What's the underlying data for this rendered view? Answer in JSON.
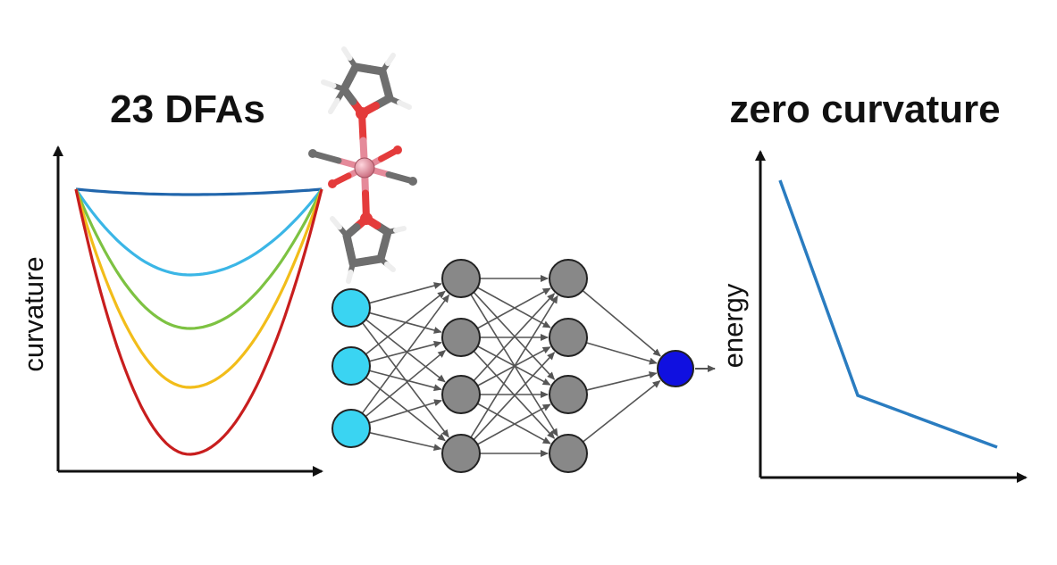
{
  "left_panel": {
    "title": "23 DFAs",
    "ylabel": "curvature",
    "curve_colors": [
      "#2166ac",
      "#3bb6e6",
      "#7dc242",
      "#f2bd1a",
      "#c81e1e"
    ],
    "curve_depths": [
      0.0,
      0.3,
      0.5,
      0.72,
      0.97
    ]
  },
  "right_panel": {
    "title": "zero curvature",
    "ylabel": "energy",
    "line_color": "#2a7cc0"
  },
  "network": {
    "layers": [
      3,
      4,
      4,
      1
    ],
    "input_color": "#3ad4f2",
    "hidden_color": "#888888",
    "output_color": "#1010e0",
    "arrow_color": "#555555"
  },
  "molecule": {
    "metal_color": "#e58a9a",
    "oxygen_color": "#e43b3b",
    "carbon_color": "#6e6e6e",
    "hydrogen_color": "#eeeeee"
  }
}
